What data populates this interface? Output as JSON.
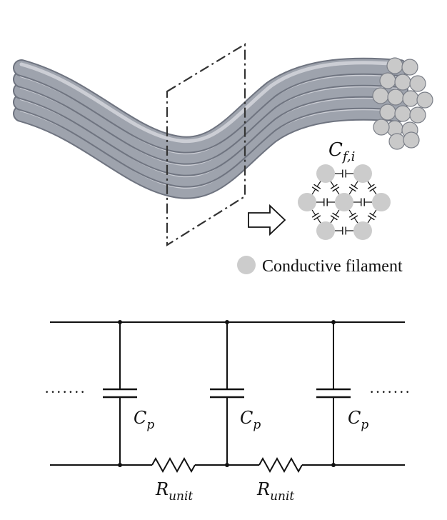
{
  "fiber_figure": {
    "inset_capacitance_label": {
      "main": "C",
      "sub": "f,i"
    },
    "legend_label": "Conductive filament",
    "colors": {
      "filament": "#9ea3ad",
      "filament_end": "#c9c9c9",
      "legend_dot": "#cccccc"
    }
  },
  "circuit": {
    "ellipsis_left": "·······",
    "ellipsis_right": "·······",
    "capacitors": [
      {
        "main": "C",
        "sub": "p"
      },
      {
        "main": "C",
        "sub": "p"
      },
      {
        "main": "C",
        "sub": "p"
      }
    ],
    "resistors": [
      {
        "main": "R",
        "sub": "unit"
      },
      {
        "main": "R",
        "sub": "unit"
      }
    ]
  }
}
